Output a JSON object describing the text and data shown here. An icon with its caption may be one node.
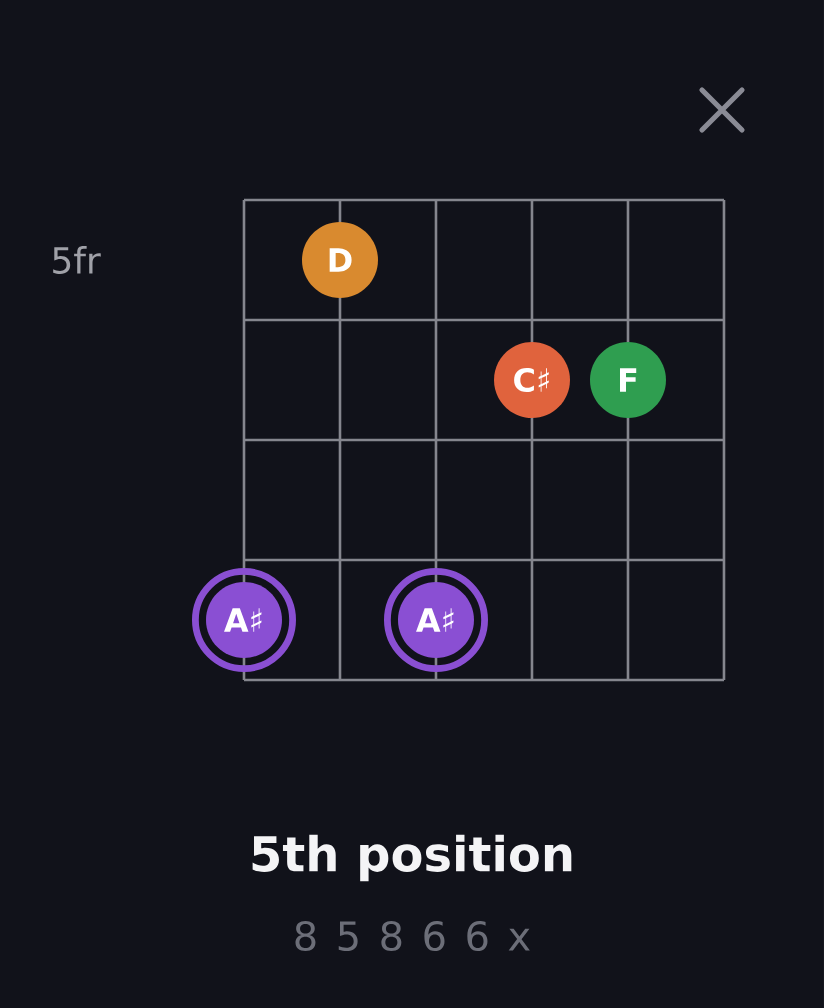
{
  "diagram": {
    "title": "5th position",
    "nodes": [
      {
        "text": [
          "D"
        ]
      },
      {
        "text": [
          "C♯"
        ]
      },
      {
        "text": [
          "F"
        ]
      },
      {
        "text": [
          "A♯"
        ]
      },
      {
        "text": [
          "A♯"
        ]
      }
    ],
    "labels": [
      "5fr",
      "8 5 8 6 6 x"
    ]
  }
}
